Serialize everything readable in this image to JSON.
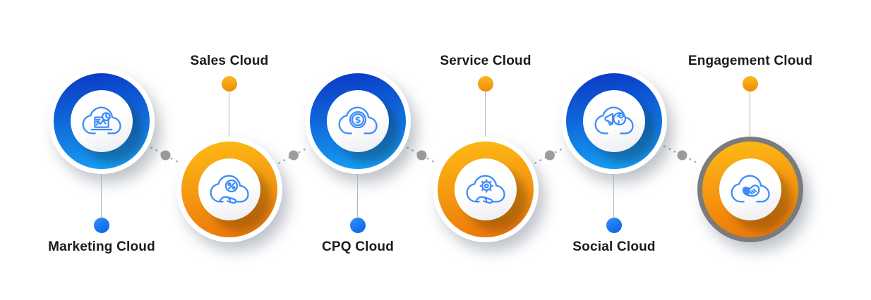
{
  "figure": {
    "type": "infographic-timeline",
    "background": "#ffffff",
    "nodes": [
      {
        "label": "Marketing Cloud",
        "label_position": "below",
        "ring": "blue-gradient",
        "border": "white",
        "marker_color": "#1473f2",
        "icon": "cloud-analytics-laptop"
      },
      {
        "label": "Sales Cloud",
        "label_position": "above",
        "ring": "orange-gradient",
        "border": "white",
        "marker_color": "#f5a71d",
        "icon": "cloud-hand-percent"
      },
      {
        "label": "CPQ Cloud",
        "label_position": "below",
        "ring": "blue-gradient",
        "border": "white",
        "marker_color": "#1473f2",
        "icon": "cloud-dollar-coin"
      },
      {
        "label": "Service Cloud",
        "label_position": "above",
        "ring": "orange-gradient",
        "border": "white",
        "marker_color": "#f5a71d",
        "icon": "cloud-hand-gear"
      },
      {
        "label": "Social Cloud",
        "label_position": "below",
        "ring": "blue-gradient",
        "border": "white",
        "marker_color": "#1473f2",
        "icon": "cloud-megaphone-media"
      },
      {
        "label": "Engagement Cloud",
        "label_position": "above",
        "ring": "orange-gradient",
        "border": "gray",
        "marker_color": "#f5a71d",
        "icon": "cloud-handshake"
      }
    ],
    "colors": {
      "blue_ring_top": "#0b3fc7",
      "blue_ring_bottom": "#169bf2",
      "orange_ring_top": "#fcb515",
      "orange_ring_bottom": "#ee7b0b",
      "gray_border": "#7b7b7b",
      "icon_stroke_blue": "#3d8bf8",
      "label_text": "#1b1b1b",
      "connector_dots": "#ababab",
      "connector_mid_dot": "#9c9c9c",
      "blue_marker": "#1473f2",
      "orange_marker": "#f5a71d"
    }
  }
}
